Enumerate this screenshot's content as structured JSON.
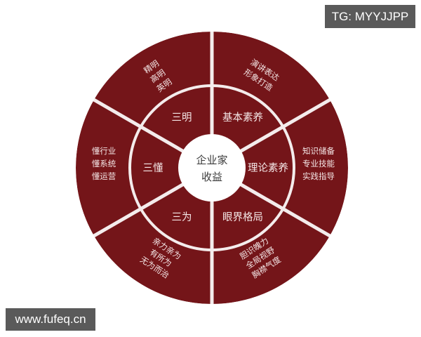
{
  "diagram": {
    "type": "radial-wheel",
    "colors": {
      "sector_fill": "#741519",
      "divider": "#f4ecec",
      "center_fill": "#ffffff",
      "center_text": "#3a3a3a",
      "text": "#f4e6e6"
    },
    "center": {
      "line1": "企业家",
      "line2": "收益"
    },
    "inner_ring": [
      {
        "label": "三明"
      },
      {
        "label": "基本素养"
      },
      {
        "label": "理论素养"
      },
      {
        "label": "眼界格局"
      },
      {
        "label": "三为"
      },
      {
        "label": "三懂"
      }
    ],
    "outer_ring": [
      {
        "lines": [
          "精明",
          "高明",
          "英明"
        ]
      },
      {
        "lines": [
          "演讲表达",
          "形象打造"
        ]
      },
      {
        "lines": [
          "知识储备",
          "专业技能",
          "实践指导"
        ]
      },
      {
        "lines": [
          "胆识魄力",
          "全局视野",
          "胸襟气度"
        ]
      },
      {
        "lines": [
          "亲力亲为",
          "有所为",
          "无为而治"
        ]
      },
      {
        "lines": [
          "懂行业",
          "懂系统",
          "懂运营"
        ]
      }
    ]
  },
  "watermarks": {
    "top_right": "TG: MYYJJPP",
    "bottom_left": "www.fufeq.cn"
  }
}
